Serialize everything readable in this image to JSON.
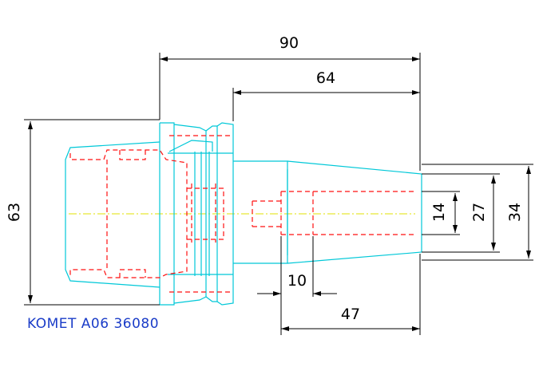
{
  "colors": {
    "outline": "#00c8d8",
    "hidden": "#ff1010",
    "centerline": "#e0e000",
    "dimension": "#000000",
    "label": "#1a3cc8"
  },
  "dimensions": {
    "overall_length": "90",
    "gauge_length": "64",
    "flange_diameter": "63",
    "bore_14": "14",
    "bore_27": "27",
    "nose_34": "34",
    "thread_10": "10",
    "depth_47": "47"
  },
  "part_label": "KOMET A06 36080"
}
